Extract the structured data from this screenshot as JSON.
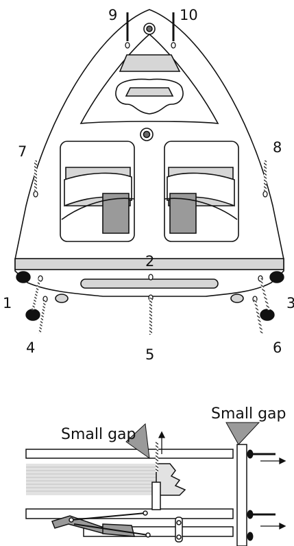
{
  "top_figure": {
    "screw_labels": [
      "1",
      "2",
      "3",
      "4",
      "5",
      "6",
      "7",
      "8",
      "9",
      "10"
    ]
  },
  "bottom_figure": {
    "gap_label_left": "Small gap",
    "gap_label_right": "Small gap"
  },
  "colors": {
    "line": "#111111",
    "light_gray": "#d6d6d6",
    "mid_gray": "#9a9a9a",
    "dark_gray": "#6a6a6a",
    "white": "#ffffff"
  }
}
